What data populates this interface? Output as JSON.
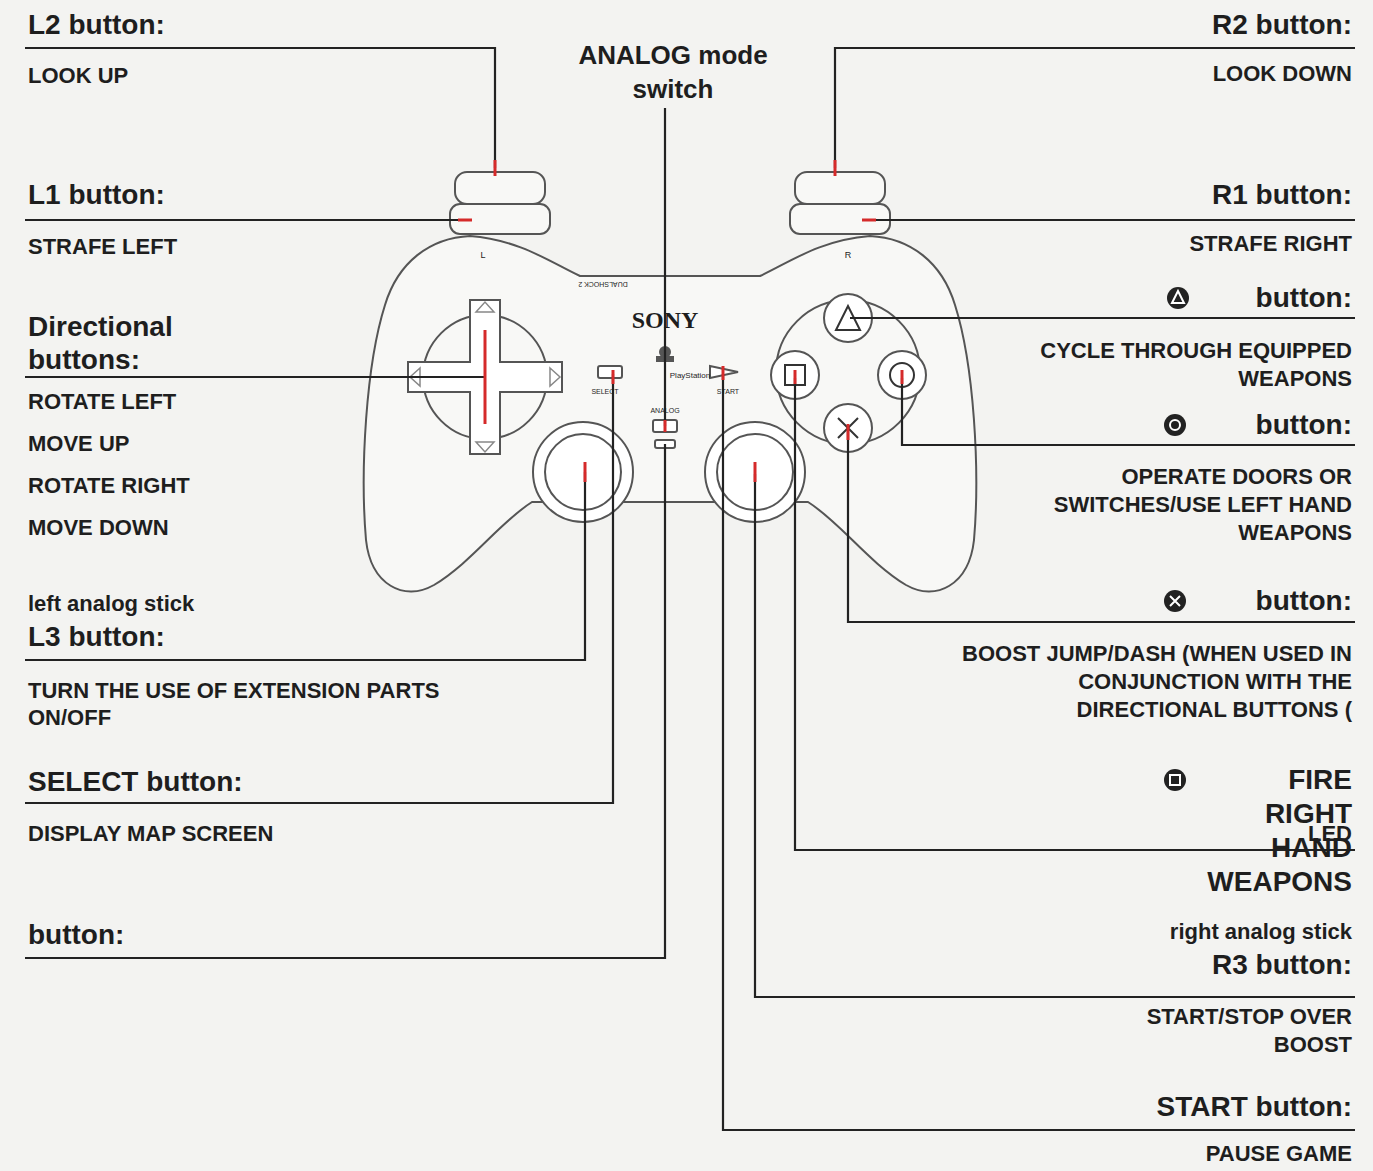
{
  "diagram": {
    "labels": [
      "L2 button:",
      "LOOK UP",
      "ANALOG mode switch",
      "R2 button:",
      "LOOK DOWN",
      "L1 button:",
      "STRAFE LEFT",
      "R1 button:",
      "STRAFE RIGHT",
      "Directional buttons:",
      "ROTATE LEFT",
      "MOVE UP",
      "ROTATE RIGHT",
      "MOVE DOWN",
      "button:",
      "CYCLE THROUGH EQUIPPED WEAPONS",
      "button:",
      "OPERATE DOORS OR SWITCHES/USE LEFT HAND WEAPONS",
      "left analog stick",
      "L3 button:",
      "TURN THE USE OF EXTENSION PARTS ON/OFF",
      "button:",
      "BOOST JUMP/DASH (WHEN USED IN CONJUNCTION WITH THE DIRECTIONAL BUTTONS (",
      "SELECT button:",
      "DISPLAY MAP SCREEN",
      "button:",
      "FIRE RIGHT HAND WEAPONS",
      "LED",
      "right analog stick",
      "R3 button:",
      "START/STOP OVER BOOST",
      "START button:",
      "PAUSE GAME",
      "SONY",
      "PlayStation",
      "SELECT",
      "START",
      "ANALOG",
      "L",
      "R",
      "DUALSHOCK 2"
    ]
  }
}
